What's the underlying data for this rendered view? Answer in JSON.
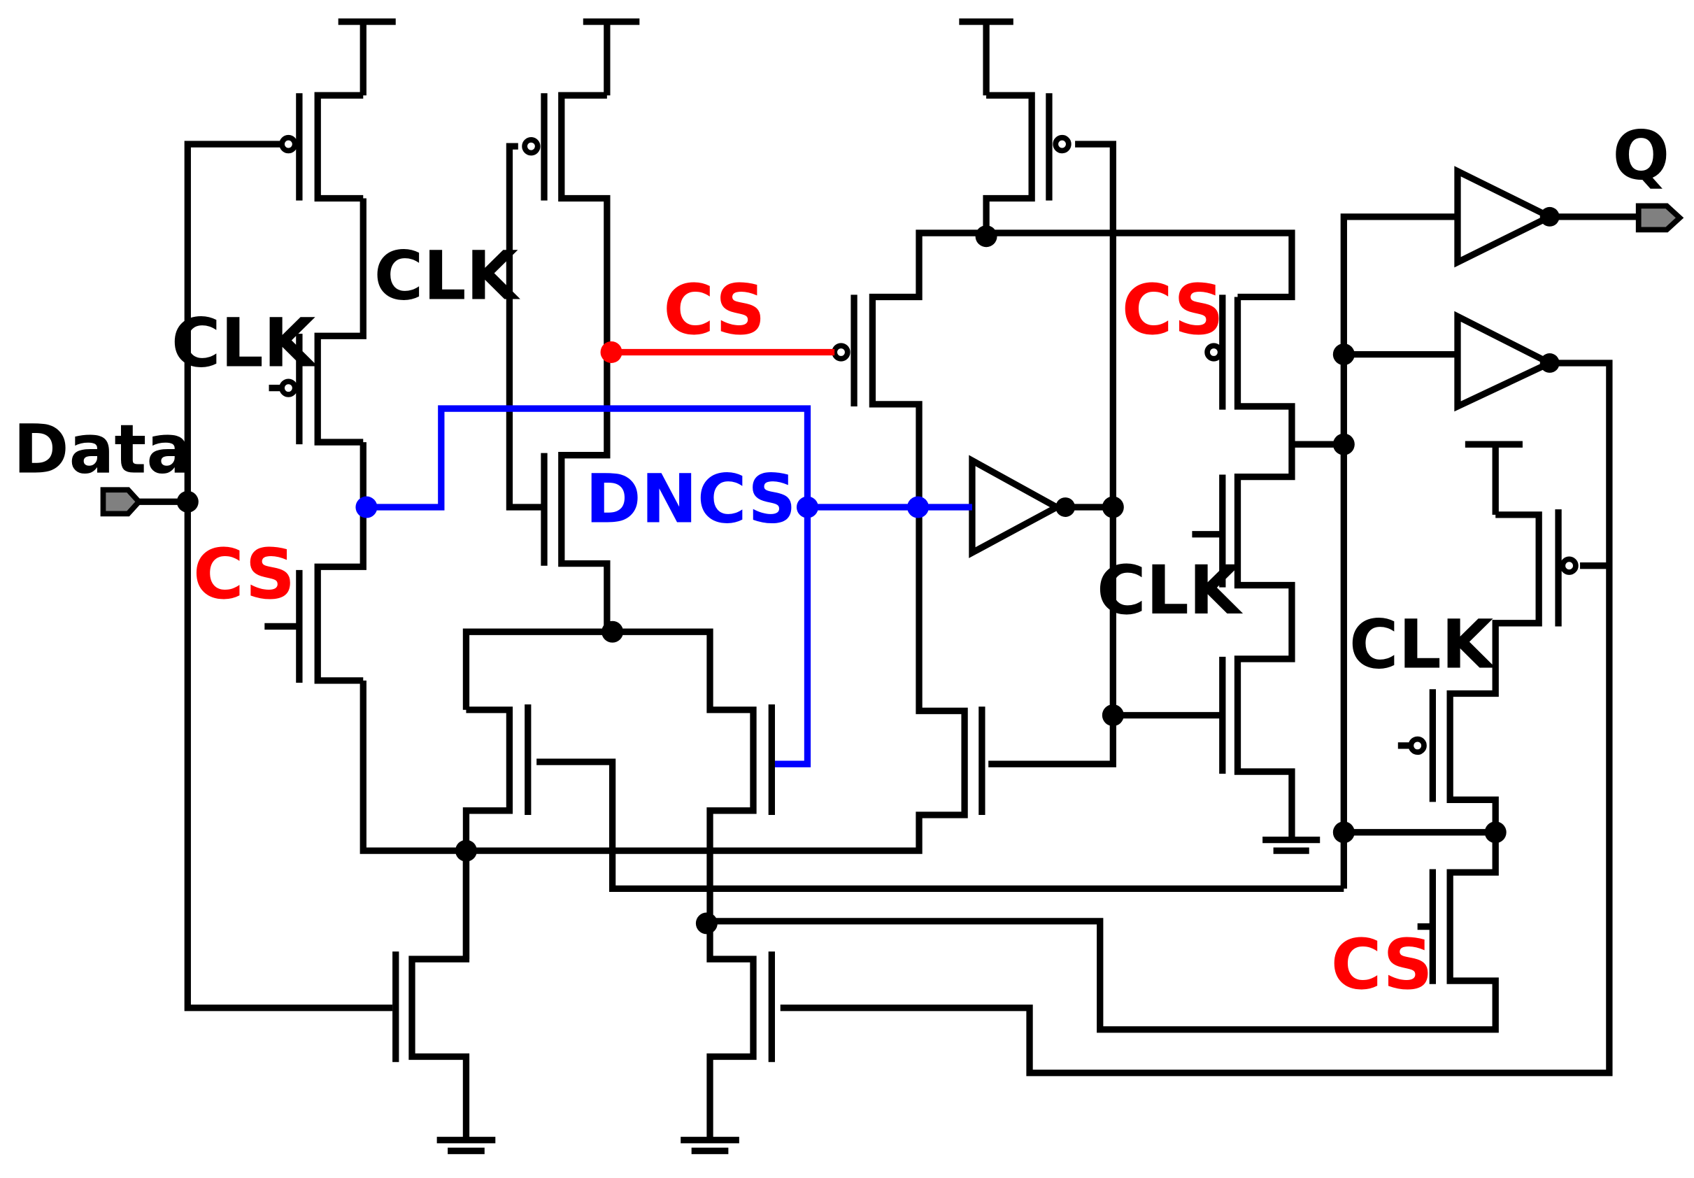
{
  "labels": {
    "data": "Data",
    "q": "Q",
    "clk": "CLK",
    "cs": "CS",
    "dncs": "DNCS"
  },
  "colors": {
    "wire": "#000000",
    "cs_net": "#ff0000",
    "dncs_net": "#0000ff",
    "port_fill": "#808080",
    "background": "#ffffff"
  },
  "icons": {
    "input_port": "input-port-icon",
    "output_port": "output-port-icon",
    "buffer": "buffer-icon",
    "ground": "ground-icon",
    "vdd": "vdd-icon",
    "pmos": "pmos-transistor-icon",
    "nmos": "nmos-transistor-icon"
  }
}
